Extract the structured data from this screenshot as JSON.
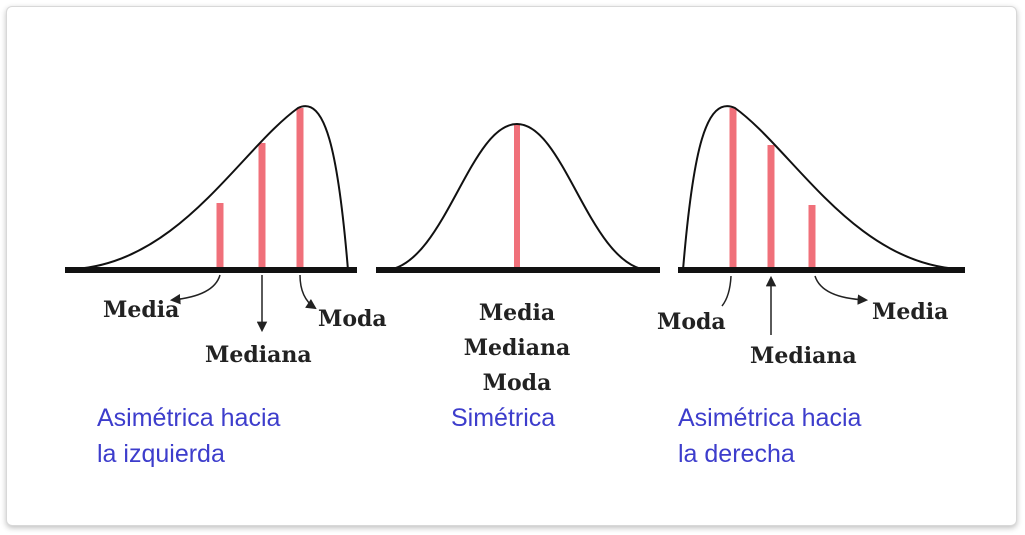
{
  "colors": {
    "curve": "#111111",
    "baseline": "#111111",
    "marker": "#f0707a",
    "caption": "#3d3dcc",
    "label": "#222222"
  },
  "panels": [
    {
      "id": "left",
      "labels": {
        "media": "Media",
        "mediana": "Mediana",
        "moda": "Moda"
      },
      "caption": [
        "Asimétrica hacia",
        "la izquierda"
      ]
    },
    {
      "id": "center",
      "labels": {
        "media": "Media",
        "mediana": "Mediana",
        "moda": "Moda"
      },
      "caption": [
        "Simétrica"
      ]
    },
    {
      "id": "right",
      "labels": {
        "moda": "Moda",
        "mediana": "Mediana",
        "media": "Media"
      },
      "caption": [
        "Asimétrica hacia",
        "la derecha"
      ]
    }
  ]
}
